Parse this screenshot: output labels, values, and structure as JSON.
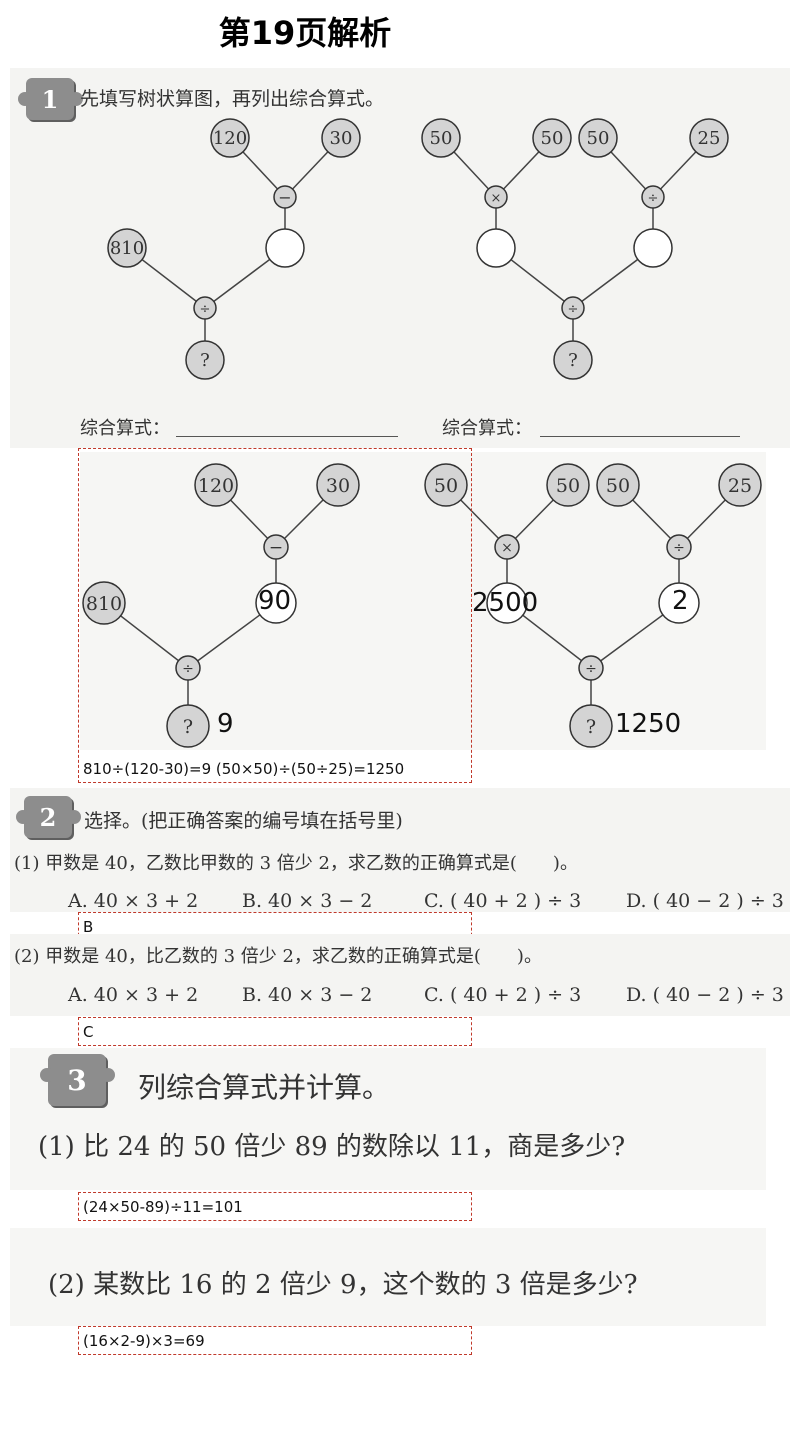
{
  "page_title": "第19页解析",
  "q1": {
    "number": "1",
    "instruction": "先填写树状算图，再列出综合算式。",
    "formula_label_left": "综合算式：",
    "formula_label_right": "综合算式：",
    "tree_left": {
      "top_left": "120",
      "top_right": "30",
      "op_top": "−",
      "side": "810",
      "op_bottom": "÷",
      "result": "?"
    },
    "tree_right": {
      "a": "50",
      "b": "50",
      "c": "50",
      "d": "25",
      "op1": "×",
      "op2": "÷",
      "op_bottom": "÷",
      "result": "?"
    },
    "filled": {
      "left_mid": "90",
      "left_result": "9",
      "right_mid1": "2500",
      "right_mid2": "2",
      "right_result": "1250"
    },
    "answer": "810÷(120-30)=9   (50×50)÷(50÷25)=1250"
  },
  "q2": {
    "number": "2",
    "instruction": "选择。(把正确答案的编号填在括号里)",
    "part1": {
      "question": "(1) 甲数是 40，乙数比甲数的 3 倍少 2，求乙数的正确算式是(　　)。",
      "options": [
        "A.  40 × 3 + 2",
        "B.  40 × 3 − 2",
        "C. ( 40 + 2 ) ÷ 3",
        "D. ( 40 − 2 ) ÷ 3"
      ],
      "answer": "B"
    },
    "part2": {
      "question": "(2) 甲数是 40，比乙数的 3 倍少 2，求乙数的正确算式是(　　)。",
      "options": [
        "A.  40 × 3 + 2",
        "B.  40 × 3 − 2",
        "C. ( 40 + 2 ) ÷ 3",
        "D. ( 40 − 2 ) ÷ 3"
      ],
      "answer": "C"
    }
  },
  "q3": {
    "number": "3",
    "instruction": "列综合算式并计算。",
    "part1": {
      "question": "(1) 比 24 的 50 倍少 89 的数除以 11，商是多少?",
      "answer": "(24×50-89)÷11=101"
    },
    "part2": {
      "question": "(2) 某数比 16 的 2 倍少 9，这个数的 3 倍是多少?",
      "answer": "(16×2-9)×3=69"
    }
  }
}
